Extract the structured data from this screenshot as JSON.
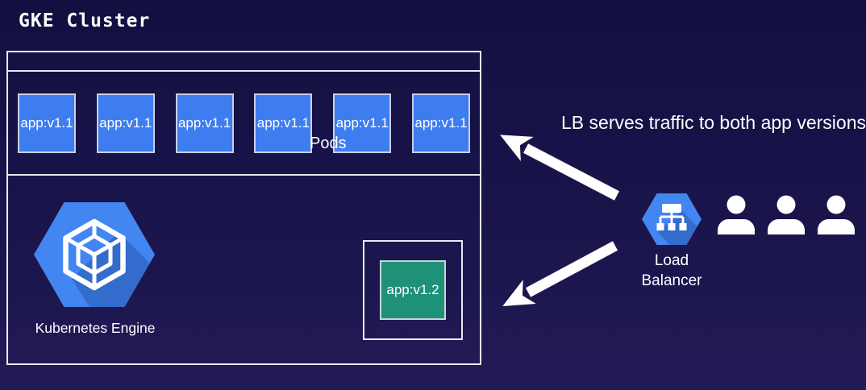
{
  "title": "GKE Cluster",
  "colors": {
    "background_top": "#121040",
    "background_bottom": "#231b58",
    "outline_white": "#e8e9f2",
    "pod_blue": "#3d7def",
    "pod_teal": "#1f9178",
    "gcp_hexagon_blue": "#4386f2",
    "text_white": "#ffffff"
  },
  "cluster": {
    "pods": [
      "app:v1.1",
      "app:v1.1",
      "app:v1.1",
      "app:v1.1",
      "app:v1.1",
      "app:v1.1"
    ],
    "pods_label": "Pods",
    "engine_label": "Kubernetes Engine",
    "canary_pod": "app:v1.2"
  },
  "right_panel": {
    "annotation": "LB serves traffic to both app versions",
    "load_balancer_label": "Load Balancer",
    "user_count": 3
  },
  "icons": {
    "kubernetes_engine": "gke-hexagon-icon",
    "load_balancer": "load-balancer-hexagon-icon",
    "users": "person-icon",
    "arrow_upper": "arrow-lb-to-v1-pods",
    "arrow_lower": "arrow-lb-to-v2-pod"
  }
}
